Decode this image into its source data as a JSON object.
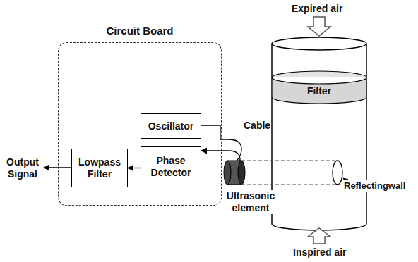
{
  "diagram": {
    "nodes": [
      {
        "text": [
          "Circuit Board"
        ]
      },
      {
        "text": [
          "Oscillator"
        ],
        "in": 0
      },
      {
        "text": [
          "Phase Detector"
        ],
        "in": 0
      },
      {
        "text": [
          "Lowpass Filter"
        ],
        "in": 0
      },
      {
        "text": [
          "Filter"
        ]
      }
    ],
    "edges": [
      {
        "from": 2,
        "to": 3,
        "arrow": "to"
      }
    ],
    "labels": [
      "Expired air",
      "Output Signal",
      "Cable",
      "Ultrasonic element",
      "Reflectingwall",
      "Inspired air"
    ]
  }
}
